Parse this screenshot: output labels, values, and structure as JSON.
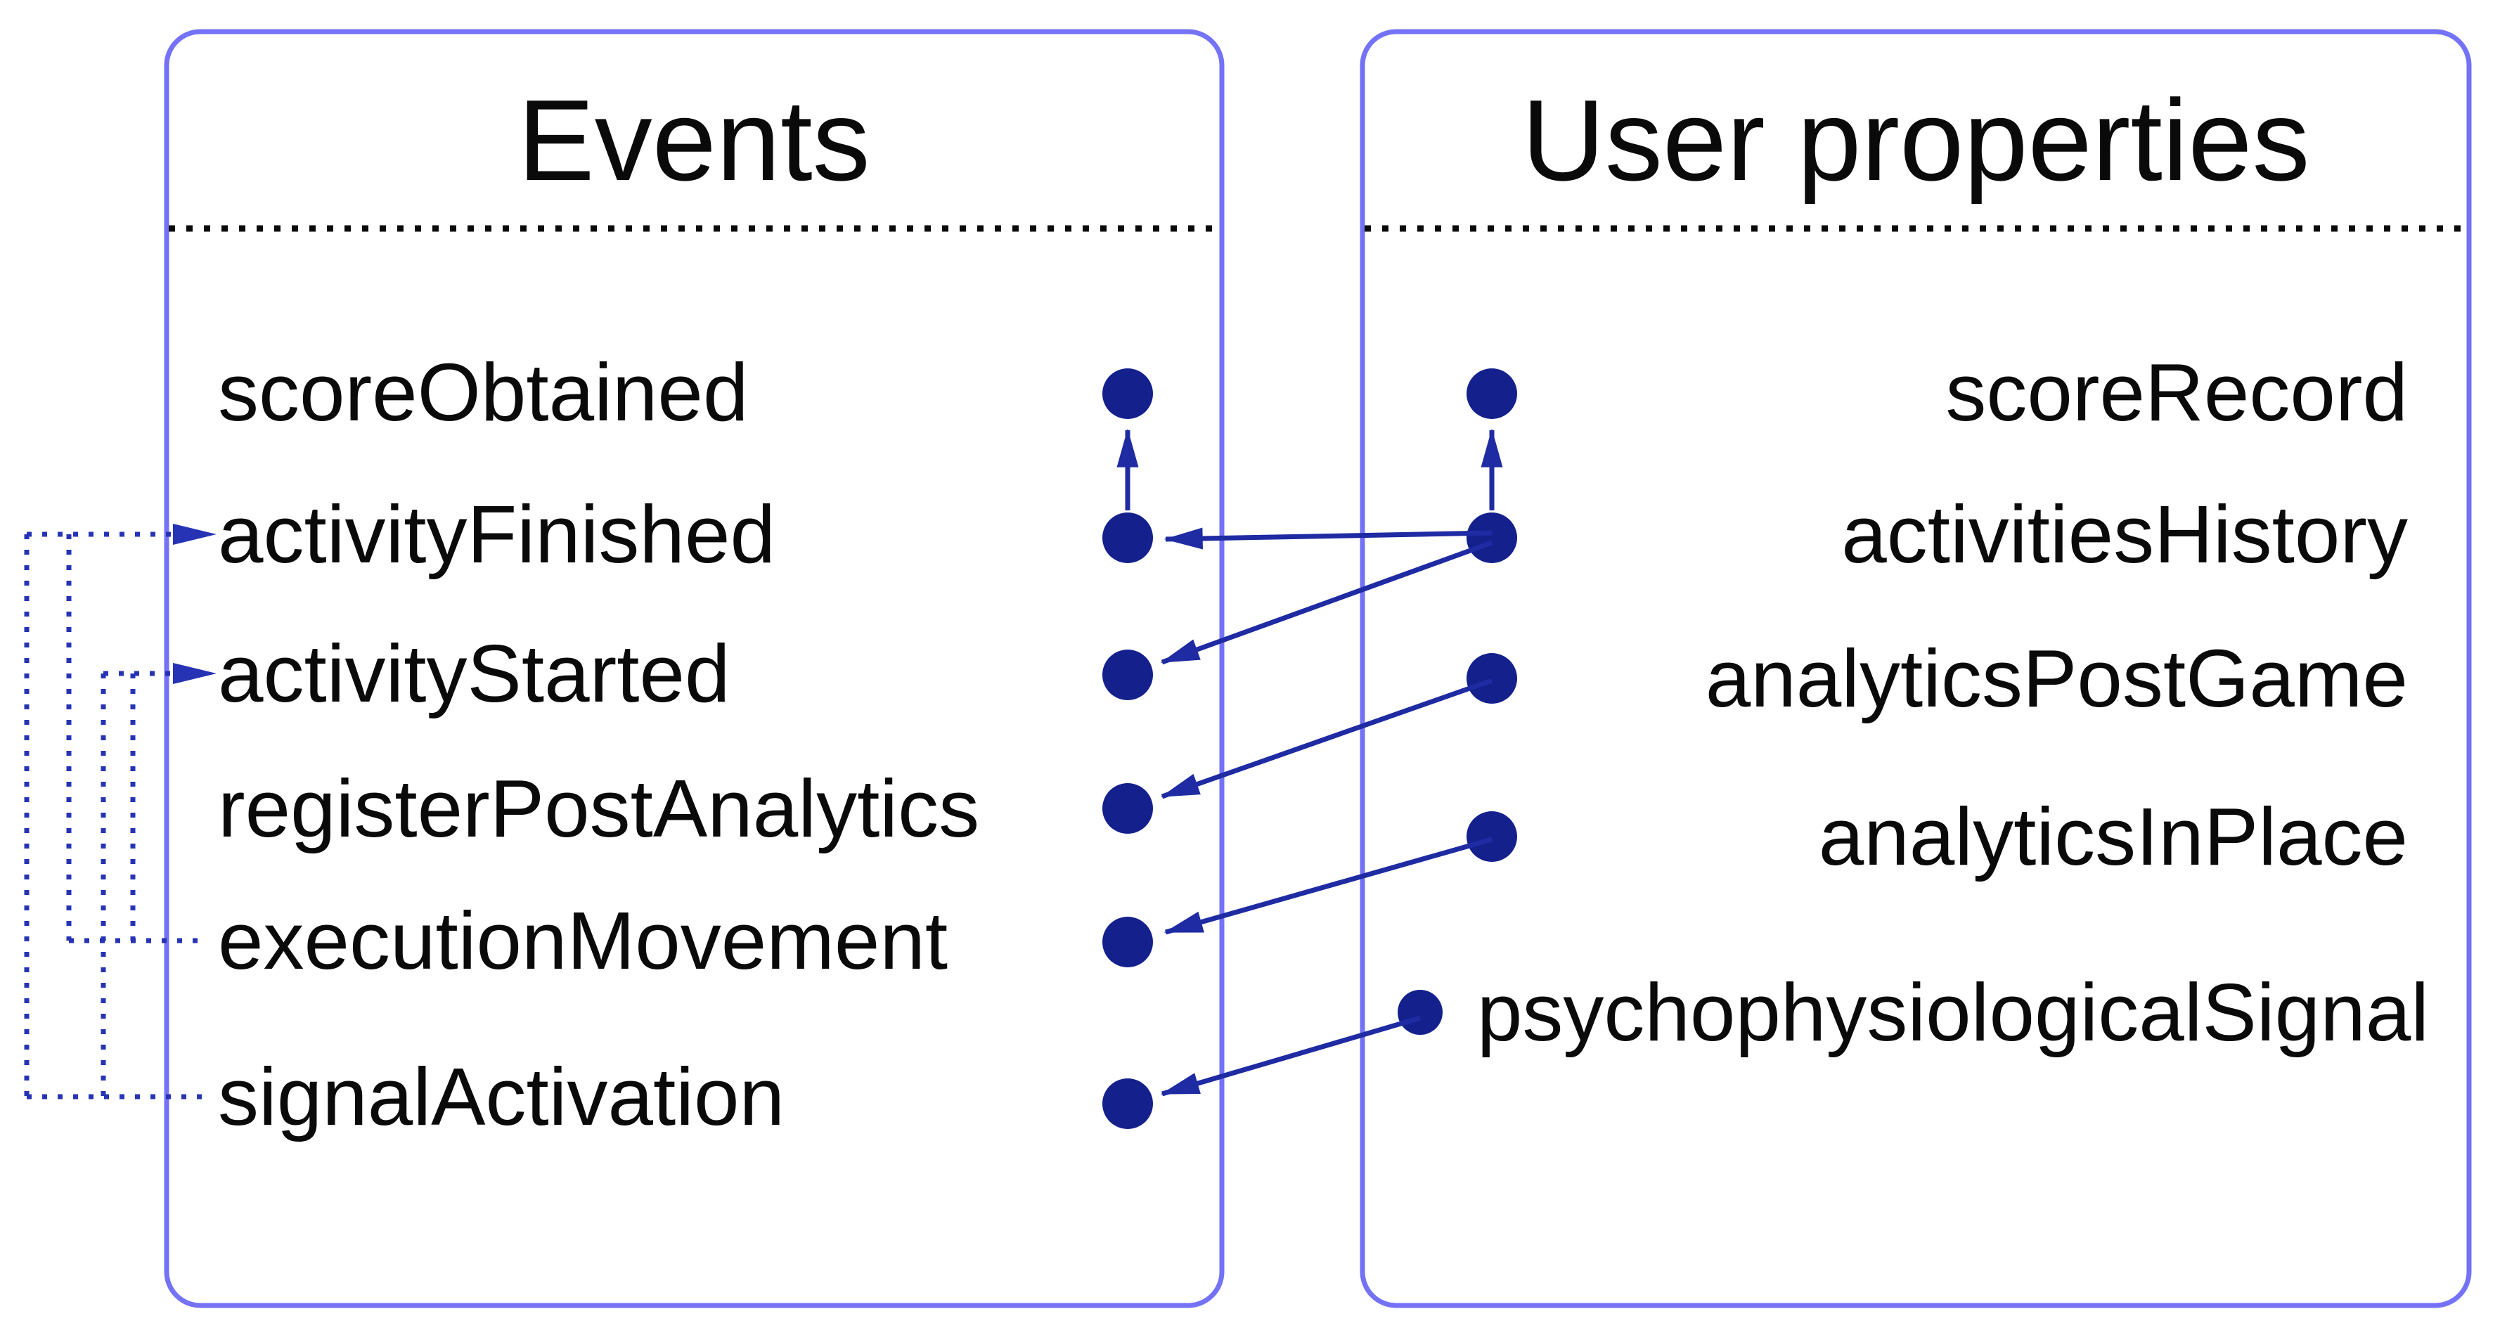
{
  "colors": {
    "bg": "#ffffff",
    "box_border": "#7472f6",
    "node": "#14208c",
    "arrow": "#1f2ba2",
    "dotted": "#2633b4",
    "ink": "#0a0a0a"
  },
  "events": {
    "title": "Events",
    "items": [
      "scoreObtained",
      "activityFinished",
      "activityStarted",
      "registerPostAnalytics",
      "executionMovement",
      "signalActivation"
    ]
  },
  "user_properties": {
    "title": "User properties",
    "items": [
      "scoreRecord",
      "activitiesHistory",
      "analyticsPostGame",
      "analyticsInPlace",
      "psychophysiologicalSignal"
    ]
  },
  "connections": {
    "solid_arrows": [
      {
        "from": "activityFinished",
        "to": "scoreObtained"
      },
      {
        "from": "activitiesHistory",
        "to": "scoreRecord"
      },
      {
        "from": "activitiesHistory",
        "to": "activityFinished"
      },
      {
        "from": "activitiesHistory",
        "to": "activityStarted"
      },
      {
        "from": "analyticsPostGame",
        "to": "registerPostAnalytics"
      },
      {
        "from": "analyticsInPlace",
        "to": "executionMovement"
      },
      {
        "from": "psychophysiologicalSignal",
        "to": "signalActivation"
      }
    ],
    "dotted_arrows": [
      {
        "from": "executionMovement",
        "to": "activityFinished"
      },
      {
        "from": "executionMovement",
        "to": "activityStarted"
      },
      {
        "from": "signalActivation",
        "to": "activityFinished"
      },
      {
        "from": "signalActivation",
        "to": "activityStarted"
      }
    ]
  }
}
